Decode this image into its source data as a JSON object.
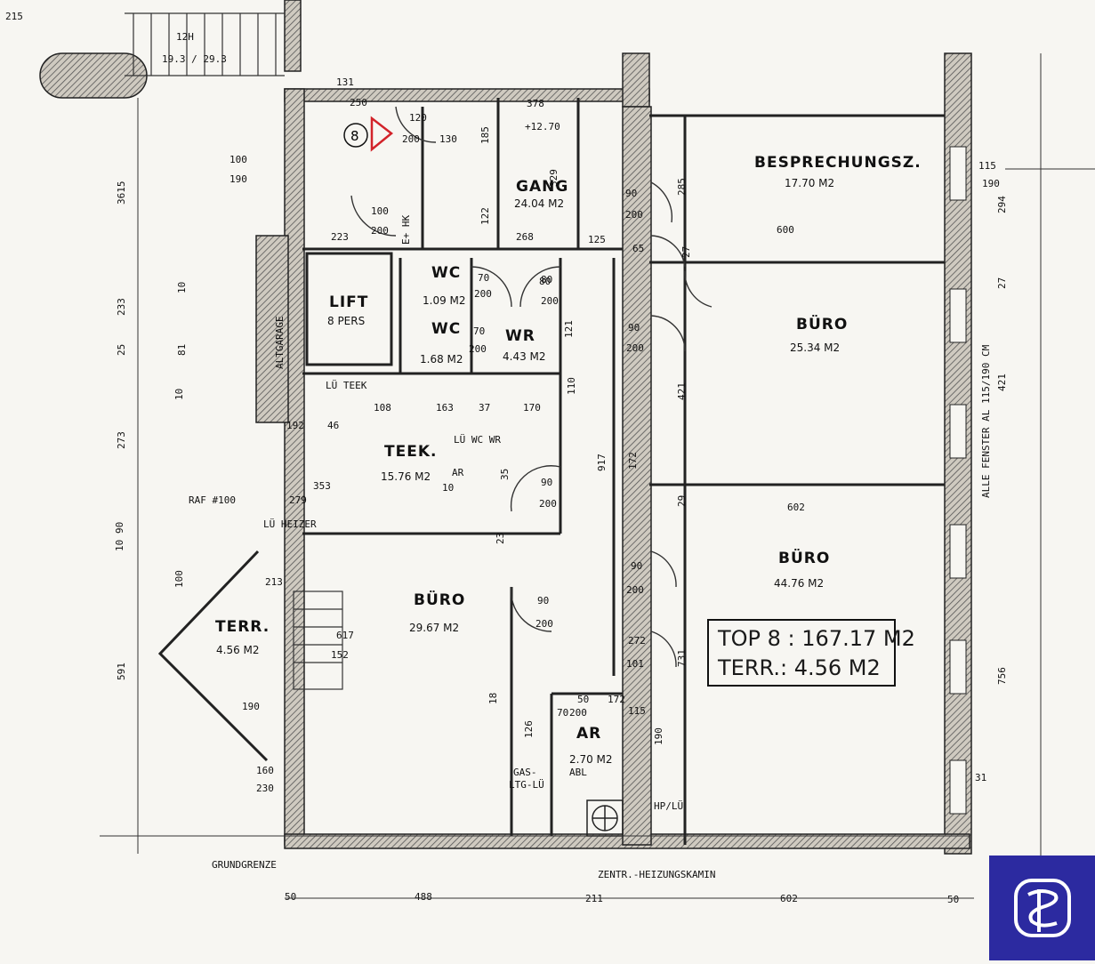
{
  "plan": {
    "unit_marker": "8",
    "rooms": [
      {
        "name": "BESPRECHUNGSZ.",
        "area": "17.70 M2"
      },
      {
        "name": "GANG",
        "area": "24.04 M2"
      },
      {
        "name": "WC",
        "area": "1.09 M2"
      },
      {
        "name": "WC",
        "area": "1.68 M2"
      },
      {
        "name": "WR",
        "area": "4.43 M2"
      },
      {
        "name": "LIFT",
        "area": "8 PERS"
      },
      {
        "name": "BÜRO",
        "area": "25.34 M2"
      },
      {
        "name": "TEEK.",
        "area": "15.76 M2"
      },
      {
        "name": "BÜRO",
        "area": "44.76 M2"
      },
      {
        "name": "TERR.",
        "area": "4.56 M2"
      },
      {
        "name": "BÜRO",
        "area": "29.67 M2"
      },
      {
        "name": "AR",
        "area": "2.70 M2"
      }
    ],
    "summary": {
      "line1_label": "TOP 8 :",
      "line1_value": "167.17 M2",
      "line2_label": "TERR.:",
      "line2_value": "4.56 M2"
    },
    "labels": {
      "altgarage": "ALTGARAGE",
      "grundgrenze": "GRUNDGRENZE",
      "kamin": "ZENTR.-HEIZUNGSKAMIN",
      "fenster": "ALLE FENSTER AL 115/190 CM",
      "luheizer": "LÜ HEIZER",
      "luteek": "LÜ TEEK",
      "raf": "RAF #100",
      "gas": "GAS-",
      "gas2": "LTG-LÜ",
      "abl": "ABL",
      "hplu": "HP/LÜ",
      "lu_wc_wr": "LÜ WC WR",
      "ar_label": "AR",
      "stair": "12H",
      "stair2": "19.3 / 29.3",
      "elev": "E+ HK"
    },
    "dims": [
      "215",
      "3615",
      "233",
      "25",
      "273",
      "10",
      "90",
      "591",
      "100",
      "190",
      "131",
      "250",
      "120",
      "200",
      "130",
      "122",
      "378",
      "+12.70",
      "185",
      "329",
      "172",
      "90",
      "200",
      "223",
      "268",
      "125",
      "100",
      "200",
      "285",
      "115",
      "190",
      "294",
      "600",
      "65",
      "27",
      "80",
      "27",
      "421",
      "421",
      "29",
      "602",
      "917",
      "731",
      "756",
      "488",
      "211",
      "602",
      "50",
      "50",
      "70",
      "200",
      "70",
      "200",
      "80",
      "200",
      "90",
      "200",
      "90",
      "200",
      "90",
      "200",
      "90",
      "200",
      "272",
      "101",
      "121",
      "10",
      "81",
      "10",
      "108",
      "110",
      "163",
      "37",
      "170",
      "192",
      "46",
      "353",
      "279",
      "10",
      "35",
      "23",
      "213",
      "100",
      "190",
      "160",
      "230",
      "617",
      "152",
      "18",
      "126",
      "70",
      "200",
      "50",
      "172",
      "115",
      "190",
      "31"
    ]
  }
}
